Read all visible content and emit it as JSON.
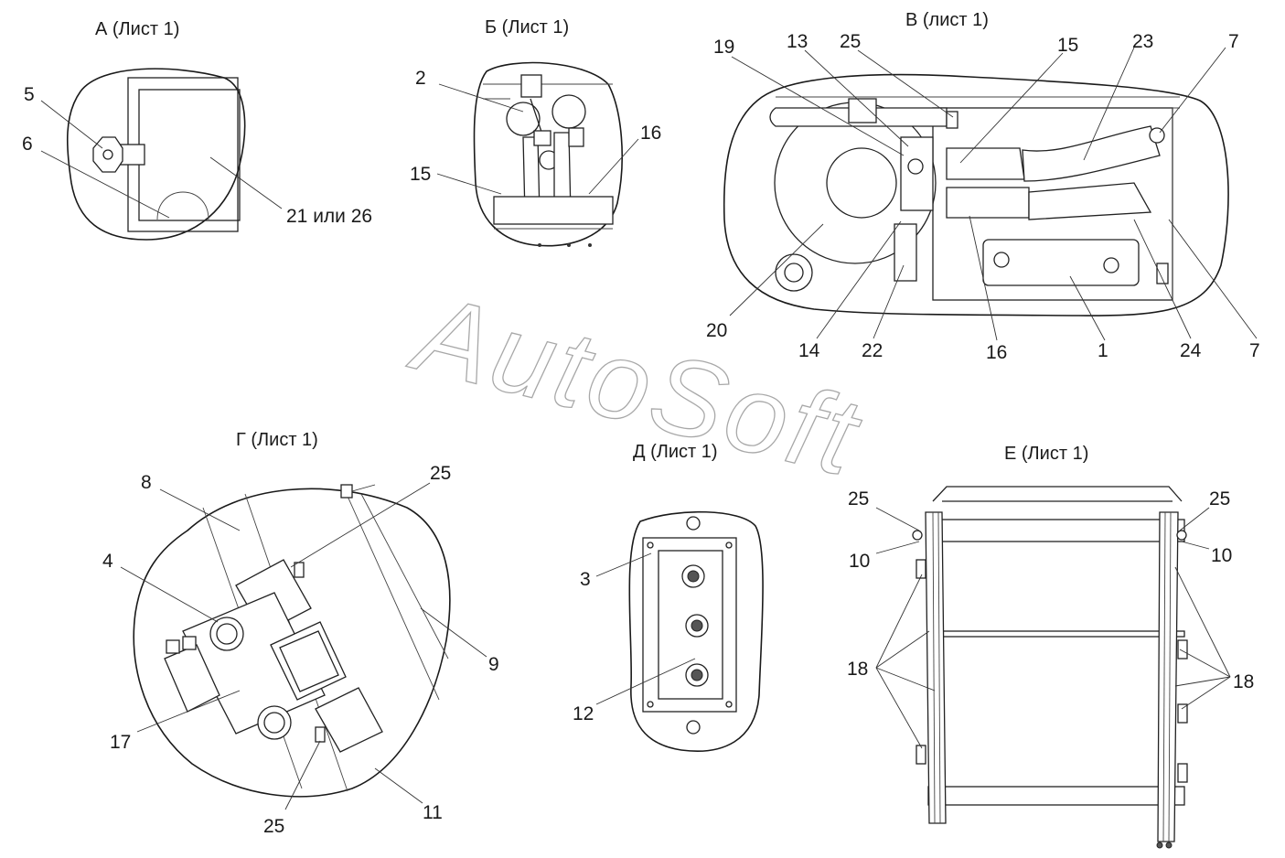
{
  "watermark": "AutoSoft",
  "views": {
    "a": {
      "title": "А (Лист 1)",
      "callouts": [
        "5",
        "6",
        "21 или 26"
      ]
    },
    "b": {
      "title": "Б (Лист 1)",
      "callouts": [
        "2",
        "15",
        "16"
      ]
    },
    "v": {
      "title": "В (лист 1)",
      "callouts": [
        "19",
        "13",
        "25",
        "15",
        "23",
        "7",
        "20",
        "14",
        "22",
        "16",
        "1",
        "24",
        "7"
      ]
    },
    "g": {
      "title": "Г (Лист 1)",
      "callouts": [
        "8",
        "25",
        "4",
        "9",
        "17",
        "25",
        "11"
      ]
    },
    "d": {
      "title": "Д (Лист 1)",
      "callouts": [
        "3",
        "12"
      ]
    },
    "e": {
      "title": "Е (Лист 1)",
      "callouts": [
        "25",
        "25",
        "10",
        "10",
        "18",
        "18"
      ]
    }
  }
}
